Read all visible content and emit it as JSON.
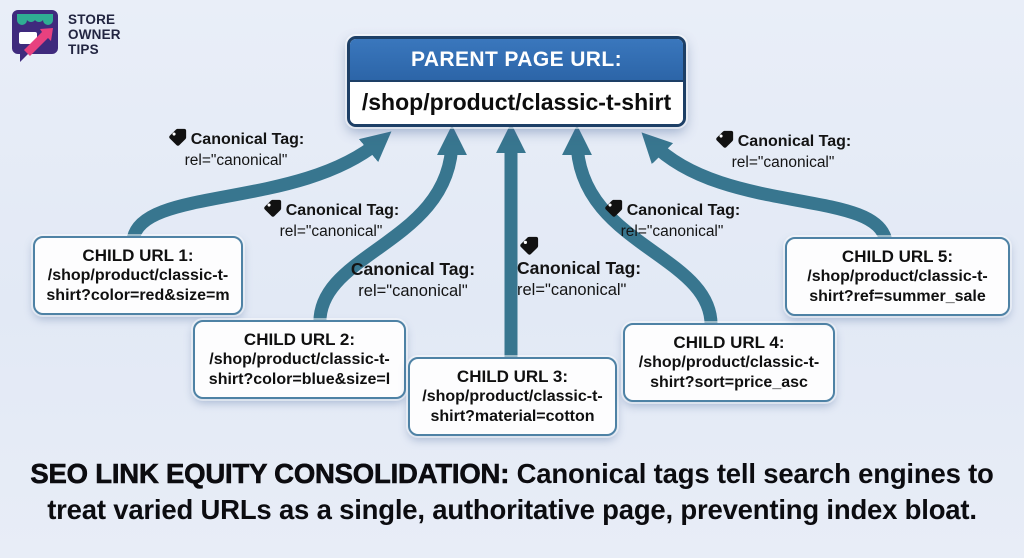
{
  "logo": {
    "line1": "STORE",
    "line2": "OWNER",
    "line3": "TIPS"
  },
  "parent": {
    "title": "PARENT PAGE URL:",
    "url": "/shop/product/classic-t-shirt"
  },
  "children": [
    {
      "title": "CHILD URL 1:",
      "url_line1": "/shop/product/classic-t-",
      "url_line2": "shirt?color=red&size=m"
    },
    {
      "title": "CHILD URL 2:",
      "url_line1": "/shop/product/classic-t-",
      "url_line2": "shirt?color=blue&size=l"
    },
    {
      "title": "CHILD URL 3:",
      "url_line1": "/shop/product/classic-t-",
      "url_line2": "shirt?material=cotton"
    },
    {
      "title": "CHILD URL 4:",
      "url_line1": "/shop/product/classic-t-",
      "url_line2": "shirt?sort=price_asc"
    },
    {
      "title": "CHILD URL 5:",
      "url_line1": "/shop/product/classic-t-",
      "url_line2": "shirt?ref=summer_sale"
    }
  ],
  "labels": [
    {
      "title": "Canonical Tag:",
      "rel": "rel=\"canonical\""
    },
    {
      "title": "Canonical Tag:",
      "rel": "rel=\"canonical\""
    },
    {
      "title": "Canonical Tag:",
      "rel": "rel=\"canonical\""
    },
    {
      "title": "Canonical Tag:",
      "rel": "rel=\"canonical\""
    },
    {
      "title": "Canonical Tag:",
      "rel": "rel=\"canonical\""
    },
    {
      "title": "Canonical Tag:",
      "rel": "rel=\"canonical\""
    }
  ],
  "caption": {
    "lead": "SEO LINK EQUITY CONSOLIDATION: ",
    "line1_rest": "Canonical tags tell search engines to",
    "line2": "treat varied URLs as a single, authoritative page, preventing index bloat."
  },
  "colors": {
    "arrow": "#38768f",
    "parent_header": "#2c65a8",
    "parent_border": "#1d3f66",
    "child_border": "#4e82a5",
    "background": "#e5ebf6",
    "logo_purple": "#3f2a7d",
    "logo_teal": "#2fae93",
    "logo_pink": "#e8417f"
  }
}
